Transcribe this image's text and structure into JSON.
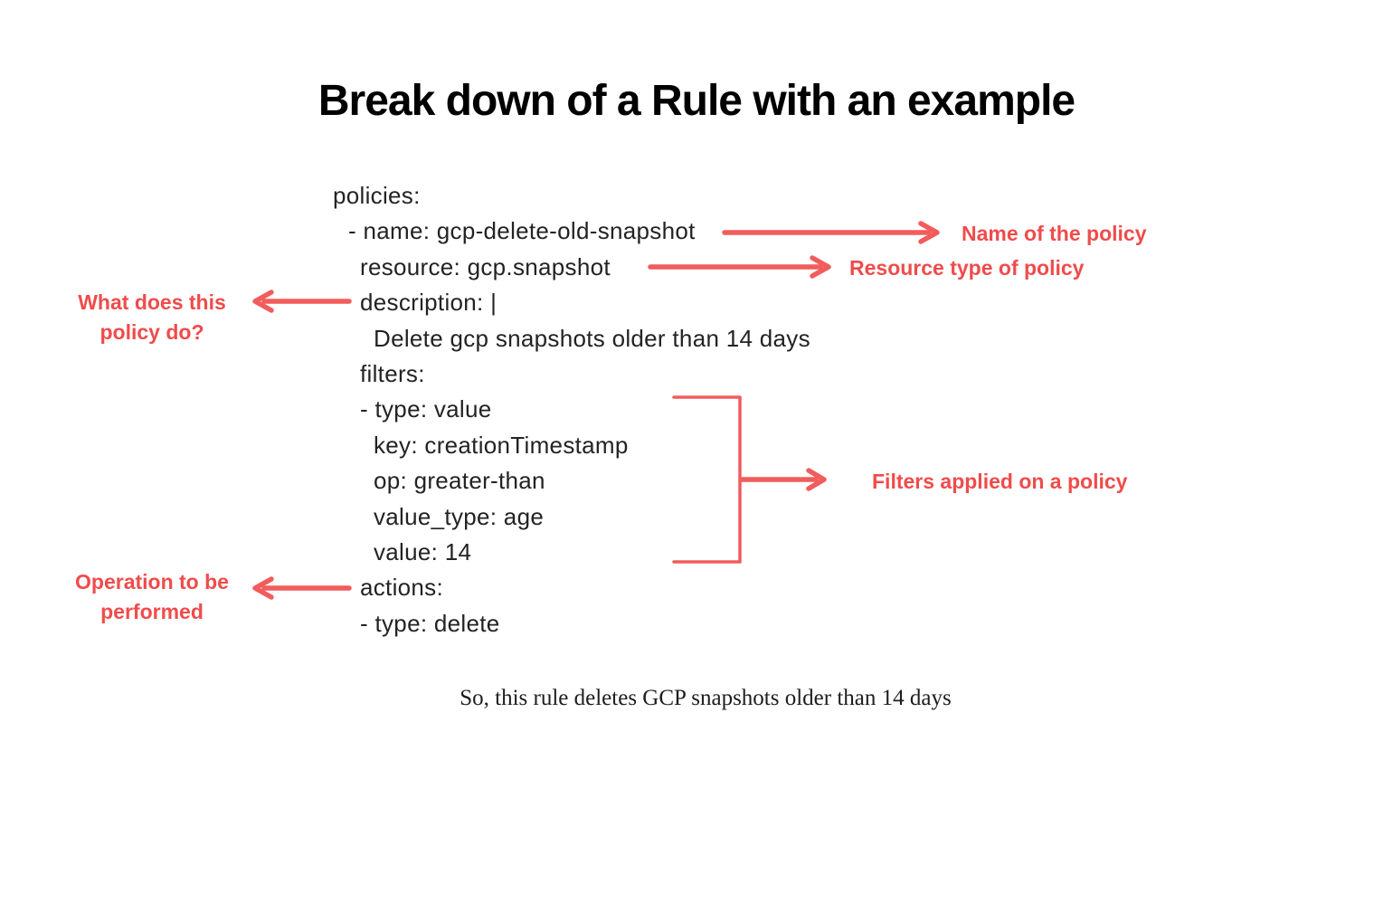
{
  "title": "Break down of a Rule with an example",
  "colors": {
    "accent_arrow": "#F25C5C",
    "accent_label": "#F04B4B",
    "code_text": "#232323",
    "background": "#FFFFFF"
  },
  "code": {
    "lines": [
      {
        "text": "policies:"
      },
      {
        "text": "- name: gcp-delete-old-snapshot"
      },
      {
        "text": "resource: gcp.snapshot"
      },
      {
        "text": "description: |"
      },
      {
        "text": "Delete gcp snapshots older than 14 days"
      },
      {
        "text": "filters:"
      },
      {
        "text": "- type: value"
      },
      {
        "text": "key: creationTimestamp"
      },
      {
        "text": "op: greater-than"
      },
      {
        "text": "value_type: age"
      },
      {
        "text": "value: 14"
      },
      {
        "text": "actions:"
      },
      {
        "text": "- type: delete"
      }
    ]
  },
  "annotations": {
    "name_label": "Name of the policy",
    "resource_label": "Resource type of policy",
    "description_label": "What does this policy do?",
    "filters_label": "Filters applied on a policy",
    "actions_label": "Operation to be performed"
  },
  "footer": "So, this rule deletes GCP snapshots older than 14 days"
}
